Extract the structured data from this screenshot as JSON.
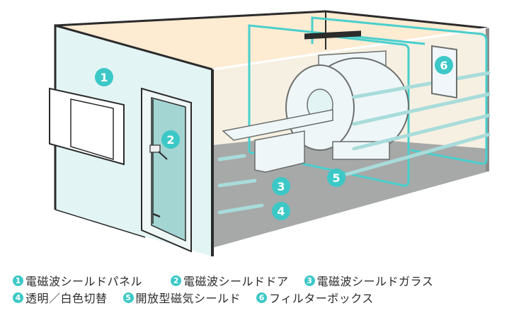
{
  "title": "電磁波シールドルーム構成図",
  "colors": {
    "accent": "#3cc8c6",
    "ceiling": "#fdebd2",
    "wall_outer": "#e3f4f4",
    "wall_inner": "#f6f0e2",
    "floor": "#a6a9a8",
    "glass": "#a3d5d3",
    "outline": "#2b2b2b"
  },
  "callouts": [
    {
      "num": "1",
      "target": "電磁波シールドパネル"
    },
    {
      "num": "2",
      "target": "電磁波シールドドア"
    },
    {
      "num": "3",
      "target": "電磁波シールドガラス"
    },
    {
      "num": "4",
      "target": "透明／白色切替"
    },
    {
      "num": "5",
      "target": "開放型磁気シールド"
    },
    {
      "num": "6",
      "target": "フィルターボックス"
    }
  ],
  "legend": {
    "rows": [
      [
        {
          "num": "1",
          "label": "電磁波シールドパネル"
        },
        {
          "num": "2",
          "label": "電磁波シールドドア"
        },
        {
          "num": "3",
          "label": "電磁波シールドガラス"
        }
      ],
      [
        {
          "num": "4",
          "label": "透明／白色切替"
        },
        {
          "num": "5",
          "label": "開放型磁気シールド"
        },
        {
          "num": "6",
          "label": "フィルターボックス"
        }
      ]
    ]
  }
}
